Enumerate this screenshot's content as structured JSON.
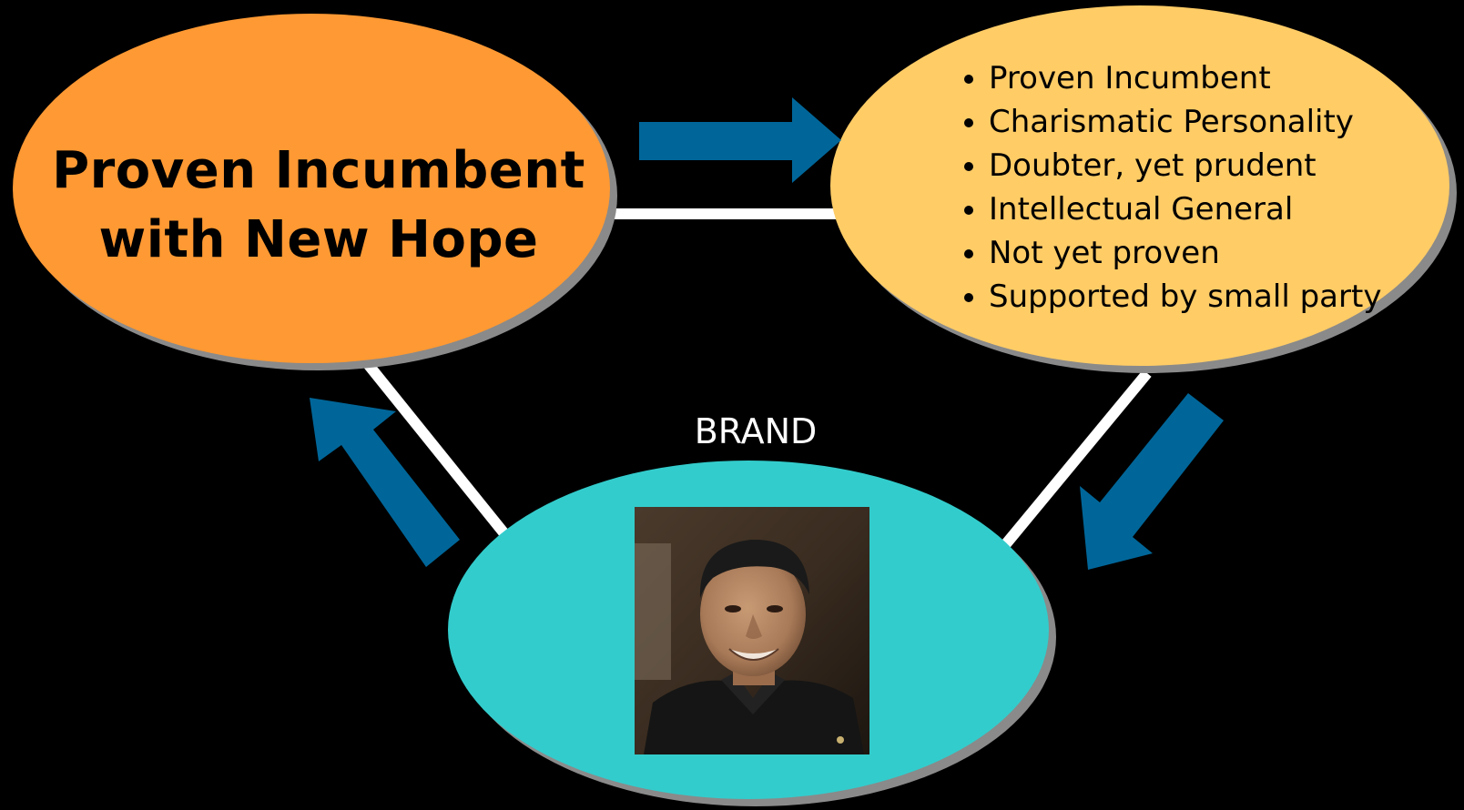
{
  "slogan": {
    "line1": "Proven Incumbent",
    "line2": "with New Hope"
  },
  "attributes": [
    "Proven Incumbent",
    "Charismatic Personality",
    "Doubter, yet prudent",
    "Intellectual General",
    "Not yet proven",
    "Supported by small party"
  ],
  "brand": {
    "label": "BRAND",
    "photo_icon": "portrait-photo"
  },
  "colors": {
    "background": "#000000",
    "slogan_ellipse": "#ff9933",
    "attributes_ellipse": "#ffcc66",
    "brand_ellipse": "#33cccc",
    "ellipse_shadow": "#8a8a8a",
    "arrows": "#006699",
    "connectors": "#ffffff"
  }
}
